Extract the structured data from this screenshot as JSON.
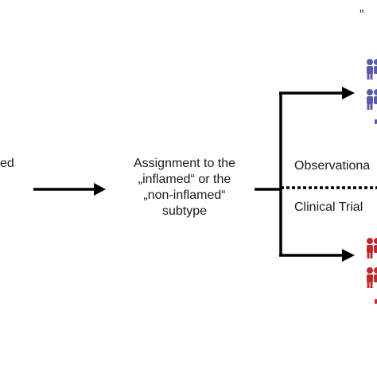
{
  "labels": {
    "left_fragment": "ed",
    "assignment_lines": [
      "Assignment  to the",
      "„inflamed“ or the",
      "„non-inflamed“",
      "subtype"
    ],
    "observational": "Observationa",
    "clinical_trial": "Clinical Trial",
    "top_fragment": "„"
  },
  "colors": {
    "stroke": "#000000",
    "text": "#1a1a1a",
    "blue_person": "#5a5aa8",
    "red_person": "#c0282f"
  },
  "icons": {
    "upper_group": "person-pair-icon",
    "lower_group": "person-pair-icon"
  }
}
